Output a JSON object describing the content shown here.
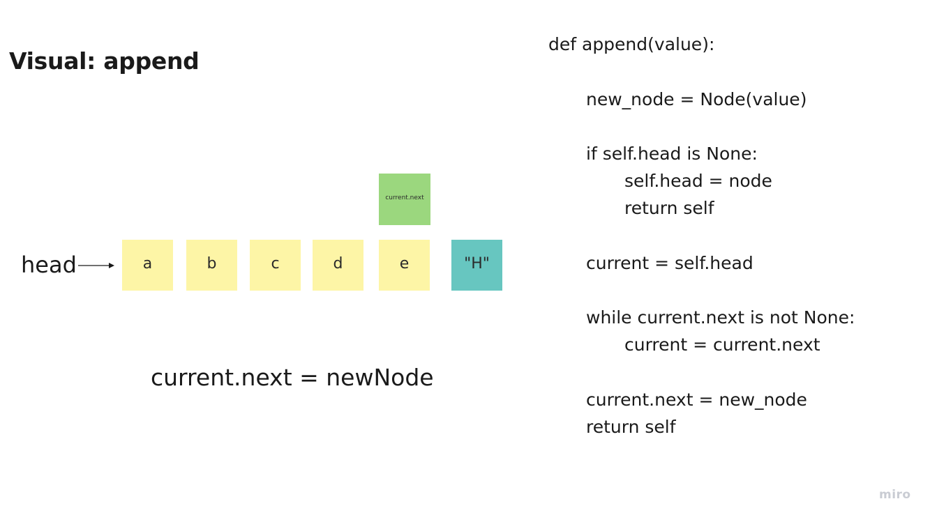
{
  "title": "Visual: append",
  "head_label": "head",
  "nodes": [
    {
      "label": "a",
      "color": "#fdf5a6"
    },
    {
      "label": "b",
      "color": "#fdf5a6"
    },
    {
      "label": "c",
      "color": "#fdf5a6"
    },
    {
      "label": "d",
      "color": "#fdf5a6"
    },
    {
      "label": "e",
      "color": "#fdf5a6"
    },
    {
      "label": "\"H\"",
      "color": "#67c6c0"
    }
  ],
  "pointer_note": {
    "label": "current.next",
    "color": "#9bd77e"
  },
  "caption": "current.next = newNode",
  "code": {
    "lines": [
      "def append(value):",
      "new_node = Node(value)",
      "if self.head is None:",
      "self.head = node",
      "return self",
      "current = self.head",
      "while current.next is not None:",
      "current = current.next",
      "current.next = new_node",
      "return self"
    ]
  },
  "watermark": "miro"
}
